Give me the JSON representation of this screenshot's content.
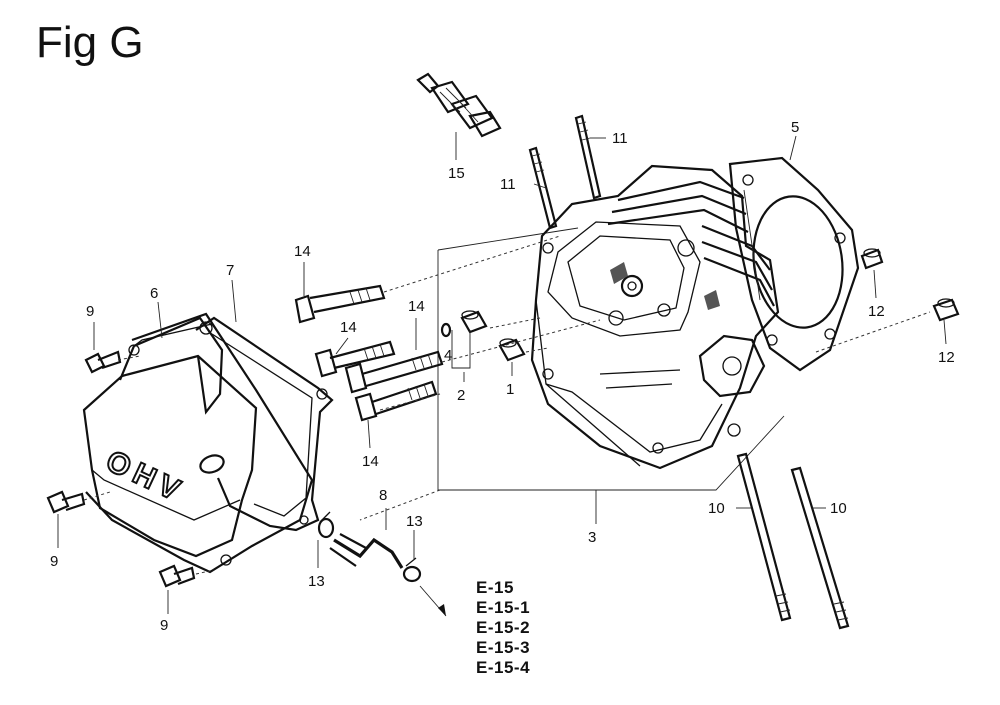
{
  "figure": {
    "title": "Fig G"
  },
  "callouts": {
    "c1": "1",
    "c2": "2",
    "c3": "3",
    "c4": "4",
    "c5": "5",
    "c6": "6",
    "c7": "7",
    "c8": "8",
    "c9a": "9",
    "c9b": "9",
    "c9c": "9",
    "c10a": "10",
    "c10b": "10",
    "c11a": "11",
    "c11b": "11",
    "c12a": "12",
    "c12b": "12",
    "c13a": "13",
    "c13b": "13",
    "c14a": "14",
    "c14b": "14",
    "c14c": "14",
    "c14d": "14",
    "c15": "15"
  },
  "references": [
    "E-15",
    "E-15-1",
    "E-15-2",
    "E-15-3",
    "E-15-4"
  ],
  "cover_marking": "OHV"
}
